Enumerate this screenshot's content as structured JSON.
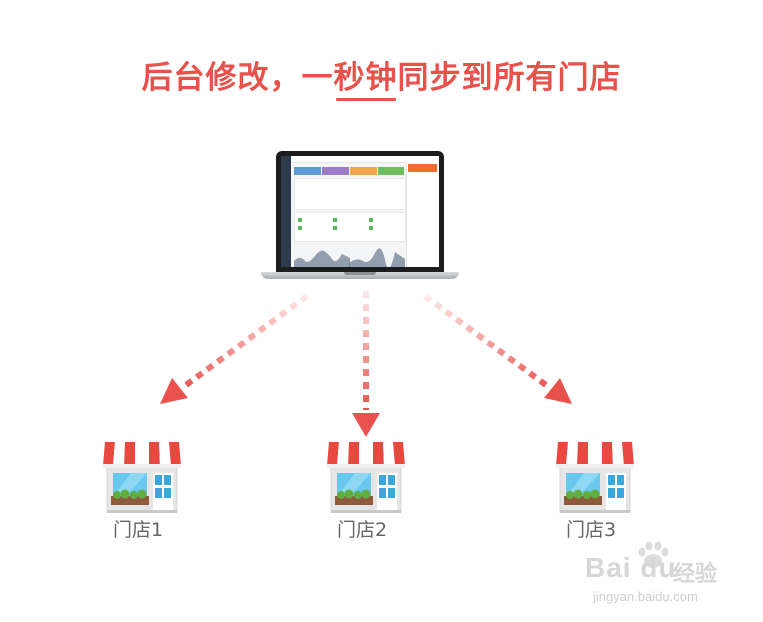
{
  "headline": "后台修改，一秒钟同步到所有门店",
  "colors": {
    "accent": "#e8514c",
    "label": "#666666",
    "awning_red": "#e8483f",
    "glass": "#69c8ee",
    "store_wall": "#e6e6e6",
    "planter": "#8d5a3c",
    "plants": "#5fae3f"
  },
  "laptop": {
    "icon": "laptop-dashboard-icon"
  },
  "stores": [
    {
      "label": "门店1",
      "icon": "storefront-icon"
    },
    {
      "label": "门店2",
      "icon": "storefront-icon"
    },
    {
      "label": "门店3",
      "icon": "storefront-icon"
    }
  ],
  "watermark": {
    "logo_text": "Bai du",
    "brand_text": "经验",
    "url": "jingyan.baidu.com"
  }
}
